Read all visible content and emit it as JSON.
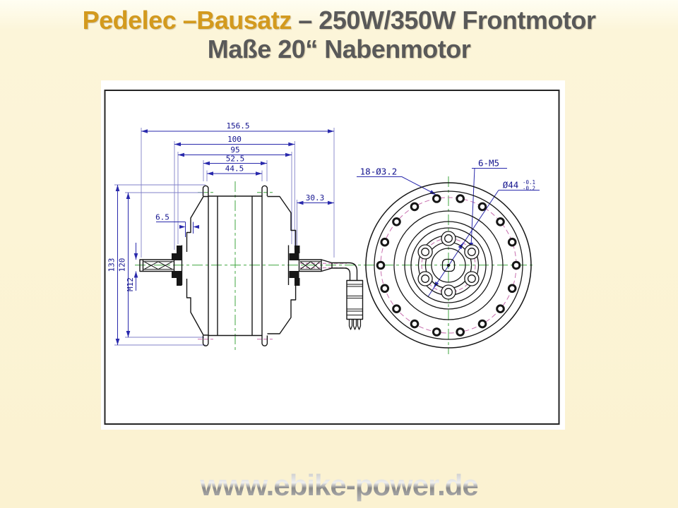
{
  "slide": {
    "title": {
      "highlight": "Pedelec –Bausatz",
      "rest": " – 250W/350W Frontmotor",
      "line2": "Maße 20“ Nabenmotor"
    },
    "footer_url": "www.ebike-power.de"
  },
  "drawing": {
    "side_view": {
      "dims": {
        "total_width": "156.5",
        "locknut_width": "100",
        "cone_width": "95",
        "flange_spacing_outer": "52.5",
        "flange_spacing_inner": "44.5",
        "axle_length_right": "30.3",
        "flange_offset": "6.5",
        "flange_tip_diameter": "133",
        "flange_pitch_diameter": "120",
        "axle_thread": "M12"
      }
    },
    "front_view": {
      "labels": {
        "spoke_holes": "18-Ø3.2",
        "mount_holes": "6-M5",
        "bolt_circle_diameter": "Ø44",
        "tolerance_upper": "-0.1",
        "tolerance_lower": "-0.2"
      }
    }
  },
  "colors": {
    "background_cream": "#fbf2d1",
    "title_orange": "#d39a1e",
    "title_gray": "#595959",
    "dimension_blue": "#2929ac",
    "centerline_green": "#3fa63f",
    "pitch_circle_magenta": "#c76fae",
    "drawing_black": "#161616",
    "footer_silver": "#a3a3a3"
  }
}
